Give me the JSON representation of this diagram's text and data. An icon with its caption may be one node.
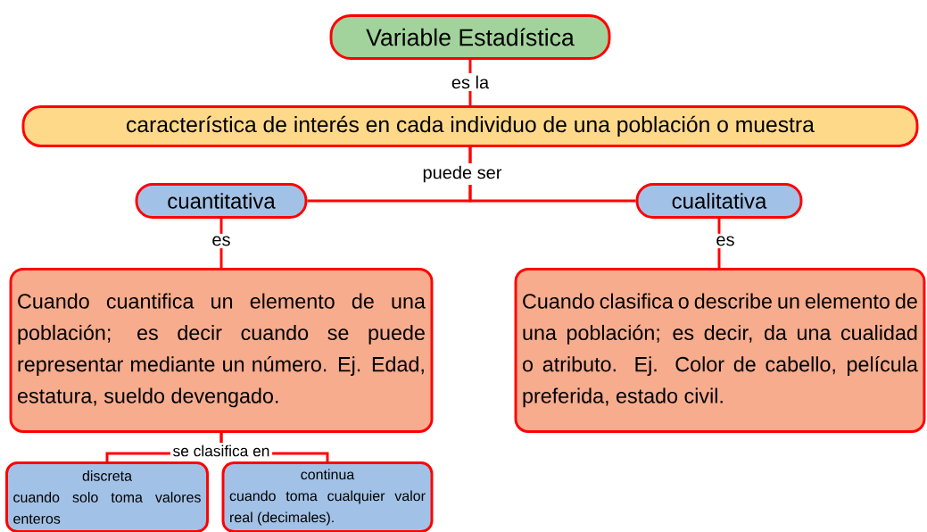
{
  "diagram": {
    "nodes": [
      {
        "text": [
          "Variable Estadística"
        ]
      },
      {
        "text": [
          "característica de interés en cada individuo de una población o muestra"
        ]
      },
      {
        "text": [
          "cuantitativa"
        ]
      },
      {
        "text": [
          "cualitativa"
        ]
      },
      {
        "text": [
          "Cuando cuantifica un elemento de una población; es decir cuando se puede representar mediante un número. Ej. Edad, estatura, sueldo devengado."
        ]
      },
      {
        "text": [
          "Cuando clasifica o describe un elemento de una población; es decir, da una cualidad o atributo. Ej. Color de cabello, película preferida, estado civil."
        ]
      },
      {
        "text": [
          "discreta",
          "cuando solo toma valores enteros"
        ]
      },
      {
        "text": [
          "continua",
          "cuando toma cualquier valor real (decimales)."
        ]
      }
    ],
    "edges": [
      {
        "from": 0,
        "to": 1,
        "arrow": "none",
        "label": "es la"
      },
      {
        "from": 1,
        "to": 2,
        "arrow": "none",
        "label": "puede ser"
      },
      {
        "from": 1,
        "to": 3,
        "arrow": "none"
      },
      {
        "from": 2,
        "to": 4,
        "arrow": "none",
        "label": "es"
      },
      {
        "from": 3,
        "to": 5,
        "arrow": "none",
        "label": "es"
      },
      {
        "from": 4,
        "to": 6,
        "arrow": "none",
        "label": "se clasifica en"
      },
      {
        "from": 4,
        "to": 7,
        "arrow": "none"
      }
    ]
  }
}
